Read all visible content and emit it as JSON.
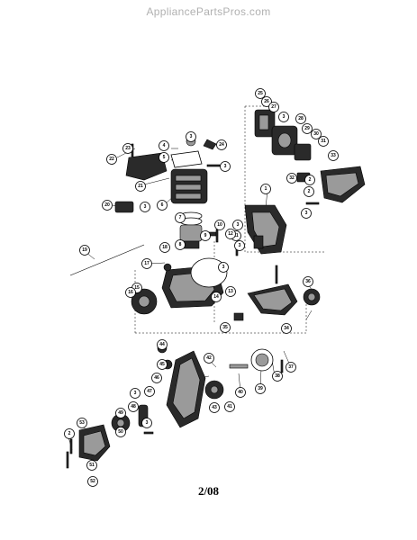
{
  "watermark": "AppliancePartsPros.com",
  "page_code": "2/08",
  "callouts": [
    "1",
    "2",
    "3",
    "4",
    "5",
    "6",
    "7",
    "8",
    "9",
    "10",
    "11",
    "12",
    "13",
    "14",
    "15",
    "16",
    "17",
    "18",
    "19",
    "20",
    "21",
    "22",
    "23",
    "24",
    "25",
    "26",
    "27",
    "28",
    "29",
    "30",
    "31",
    "32",
    "33",
    "34",
    "35",
    "36",
    "37",
    "38",
    "39",
    "40",
    "41",
    "42",
    "43",
    "44",
    "45",
    "46",
    "47",
    "48",
    "49",
    "50",
    "51",
    "52",
    "53"
  ],
  "callout_placements": [
    {
      "label": "1"
    },
    {
      "label": "2"
    },
    {
      "label": "3"
    },
    {
      "label": "4"
    },
    {
      "label": "5"
    },
    {
      "label": "6"
    },
    {
      "label": "7"
    },
    {
      "label": "8"
    },
    {
      "label": "9"
    },
    {
      "label": "10"
    },
    {
      "label": "11"
    },
    {
      "label": "12"
    },
    {
      "label": "13"
    },
    {
      "label": "14"
    },
    {
      "label": "15"
    },
    {
      "label": "16"
    },
    {
      "label": "17"
    },
    {
      "label": "18"
    },
    {
      "label": "19"
    },
    {
      "label": "20"
    },
    {
      "label": "21"
    },
    {
      "label": "22"
    },
    {
      "label": "23"
    },
    {
      "label": "24"
    },
    {
      "label": "25"
    },
    {
      "label": "26"
    },
    {
      "label": "27"
    },
    {
      "label": "28"
    },
    {
      "label": "29"
    },
    {
      "label": "30"
    },
    {
      "label": "31"
    },
    {
      "label": "32"
    },
    {
      "label": "33"
    },
    {
      "label": "34"
    },
    {
      "label": "35"
    },
    {
      "label": "36"
    },
    {
      "label": "37"
    },
    {
      "label": "38"
    },
    {
      "label": "39"
    },
    {
      "label": "40"
    },
    {
      "label": "41"
    },
    {
      "label": "42"
    },
    {
      "label": "43"
    },
    {
      "label": "44"
    },
    {
      "label": "45"
    },
    {
      "label": "46"
    },
    {
      "label": "47"
    },
    {
      "label": "48"
    },
    {
      "label": "49"
    },
    {
      "label": "50"
    },
    {
      "label": "51"
    },
    {
      "label": "52"
    },
    {
      "label": "53"
    },
    {
      "label": "2"
    },
    {
      "label": "3"
    },
    {
      "label": "3"
    },
    {
      "label": "3"
    },
    {
      "label": "3"
    },
    {
      "label": "3"
    },
    {
      "label": "3"
    },
    {
      "label": "3"
    },
    {
      "label": "3"
    },
    {
      "label": "2"
    },
    {
      "label": "3"
    }
  ]
}
